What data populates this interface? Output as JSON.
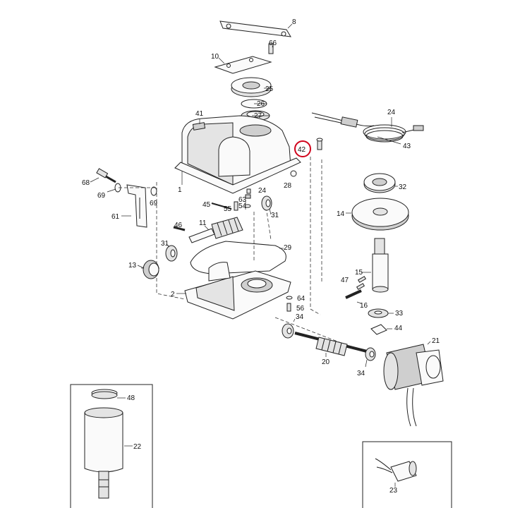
{
  "colors": {
    "highlight": "#d0021b",
    "ink": "#222222"
  },
  "callouts": {
    "p1": "1",
    "p2": "2",
    "p8": "8",
    "p10": "10",
    "p13": "13",
    "p14": "14",
    "p15": "15",
    "p16": "16",
    "p20": "20",
    "p21": "21",
    "p22": "22",
    "p23": "23",
    "p24a": "24",
    "p24b": "24",
    "p25": "25",
    "p26": "26",
    "p27": "27",
    "p28": "28",
    "p29": "29",
    "p31a": "31",
    "p31b": "31",
    "p32": "32",
    "p33": "33",
    "p34a": "34",
    "p34b": "34",
    "p41": "41",
    "p42": "42",
    "p43": "43",
    "p44": "44",
    "p45": "45",
    "p46": "46",
    "p47": "47",
    "p48": "48",
    "p54": "54",
    "p55": "55",
    "p56": "56",
    "p61": "61",
    "p63": "63",
    "p64": "64",
    "p66": "66",
    "p68": "68",
    "p69a": "69",
    "p69b": "69"
  },
  "highlighted_part": "42"
}
